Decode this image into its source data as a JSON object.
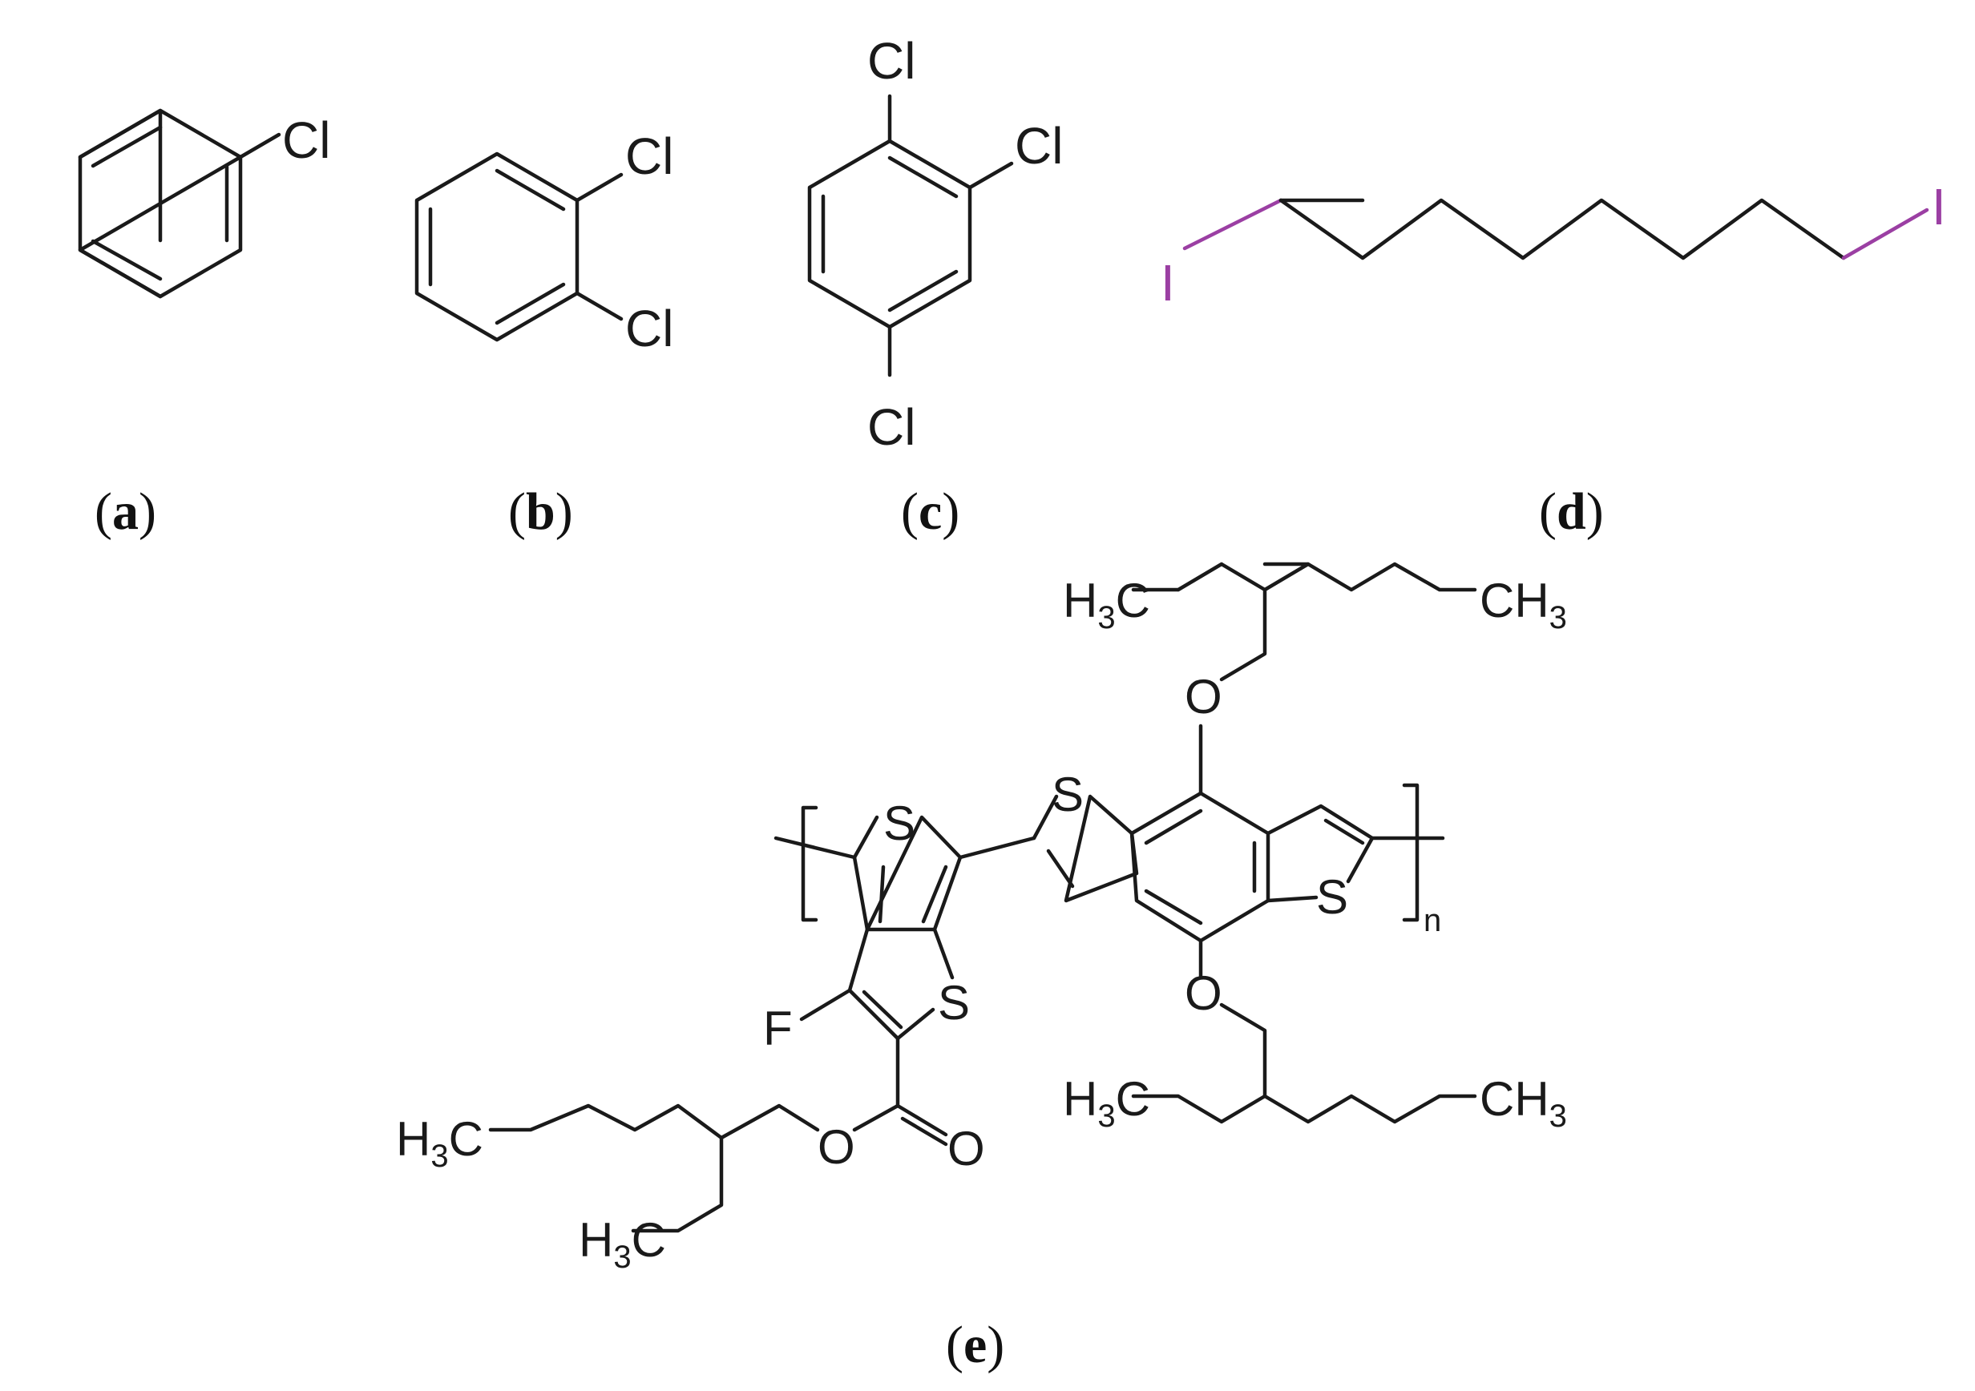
{
  "panels": {
    "a": {
      "label_letter": "a",
      "substituent_1": "Cl"
    },
    "b": {
      "label_letter": "b",
      "substituent_1": "Cl",
      "substituent_2": "Cl"
    },
    "c": {
      "label_letter": "c",
      "substituent_1": "Cl",
      "substituent_2": "Cl",
      "substituent_3": "Cl"
    },
    "d": {
      "label_letter": "d",
      "end_atom_left": "I",
      "end_atom_right": "I"
    },
    "e": {
      "label_letter": "e",
      "sulfur": "S",
      "oxygen": "O",
      "fluorine": "F",
      "repeat_subscript": "n",
      "methyl_left": "H",
      "methyl_left_sub": "3",
      "methyl_left_c": "C",
      "methyl_right": "CH",
      "methyl_right_sub": "3"
    }
  },
  "colors": {
    "bond": "#1a1a1a",
    "iodine": "#9b3fa3",
    "background": "#ffffff"
  }
}
